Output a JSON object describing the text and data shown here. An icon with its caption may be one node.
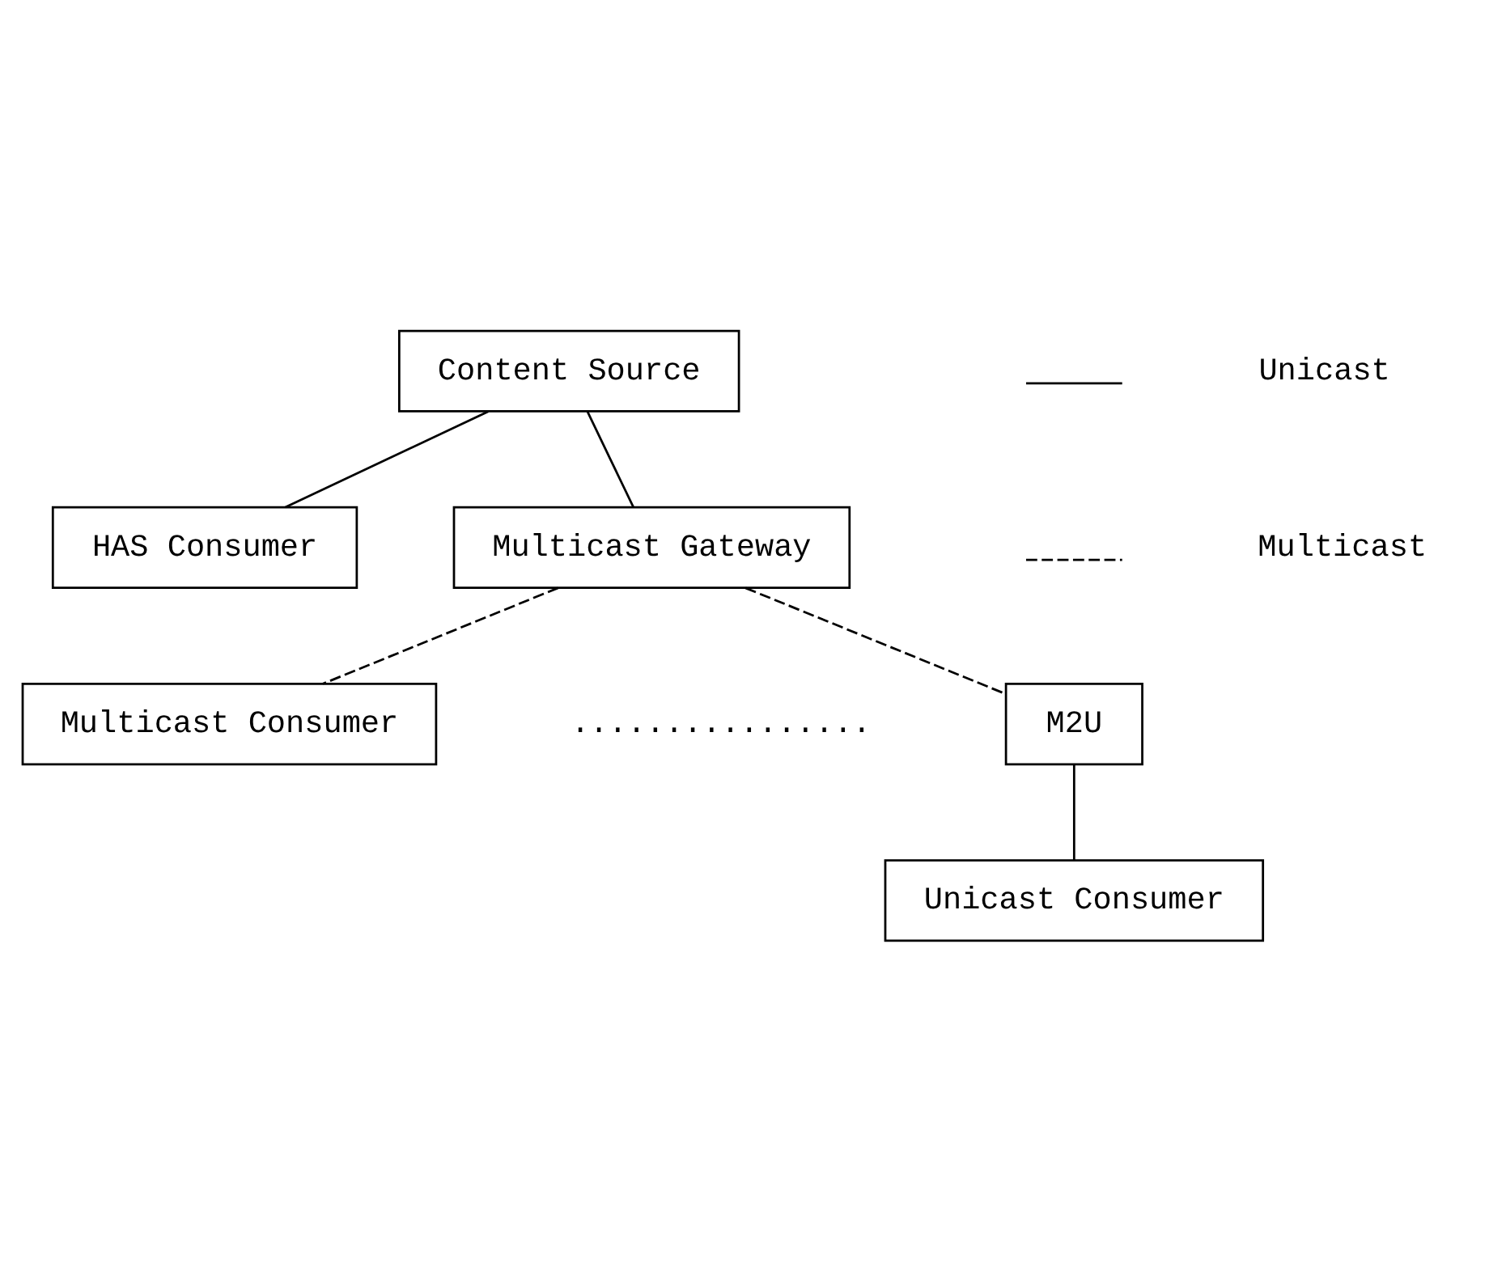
{
  "diagram": {
    "nodes": [
      {
        "text": [
          "Content Source"
        ]
      },
      {
        "text": [
          "HAS Consumer"
        ]
      },
      {
        "text": [
          "Multicast Gateway"
        ]
      },
      {
        "text": [
          "Multicast Consumer"
        ]
      },
      {
        "text": [
          "M2U"
        ]
      },
      {
        "text": [
          "Unicast Consumer"
        ]
      }
    ],
    "edges": [
      {
        "from": 0,
        "to": 1,
        "arrow": "none"
      },
      {
        "from": 0,
        "to": 2,
        "arrow": "none"
      },
      {
        "from": 2,
        "to": 3,
        "arrow": "none",
        "style": "dashed"
      },
      {
        "from": 2,
        "to": 4,
        "arrow": "none",
        "style": "dashed"
      },
      {
        "from": 4,
        "to": 5,
        "arrow": "none"
      }
    ],
    "labels": [
      "................"
    ],
    "legend": [
      {
        "text": "Unicast"
      },
      {
        "text": "Multicast"
      }
    ]
  }
}
